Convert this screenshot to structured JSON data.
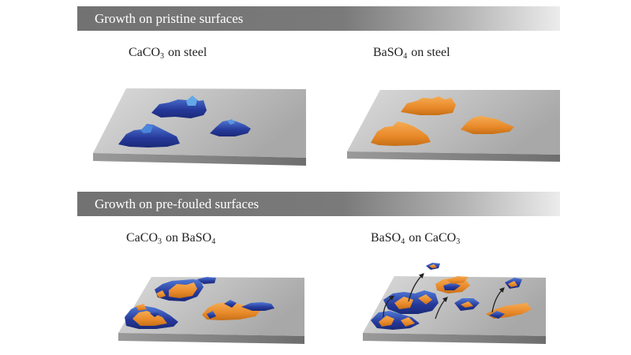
{
  "sections": {
    "top": {
      "title": "Growth on pristine surfaces"
    },
    "bottom": {
      "title": "Growth on pre-fouled surfaces"
    }
  },
  "panels": [
    {
      "main": "CaCO",
      "sub1": "3",
      "mid": "on steel",
      "sub2": "",
      "tail": ""
    },
    {
      "main": "BaSO",
      "sub1": "4",
      "mid": "on steel",
      "sub2": "",
      "tail": ""
    },
    {
      "main": "CaCO",
      "sub1": "3",
      "mid": "on BaSO",
      "sub2": "4",
      "tail": ""
    },
    {
      "main": "BaSO",
      "sub1": "4",
      "mid": "on CaCO",
      "sub2": "3",
      "tail": ""
    }
  ],
  "colors": {
    "caco3_blue": "#2a3f9a",
    "baso4_orange": "#e98a27",
    "plate_top": "#c6c6c6",
    "plate_side": "#8a8a8a",
    "section_bar": "#767676"
  }
}
